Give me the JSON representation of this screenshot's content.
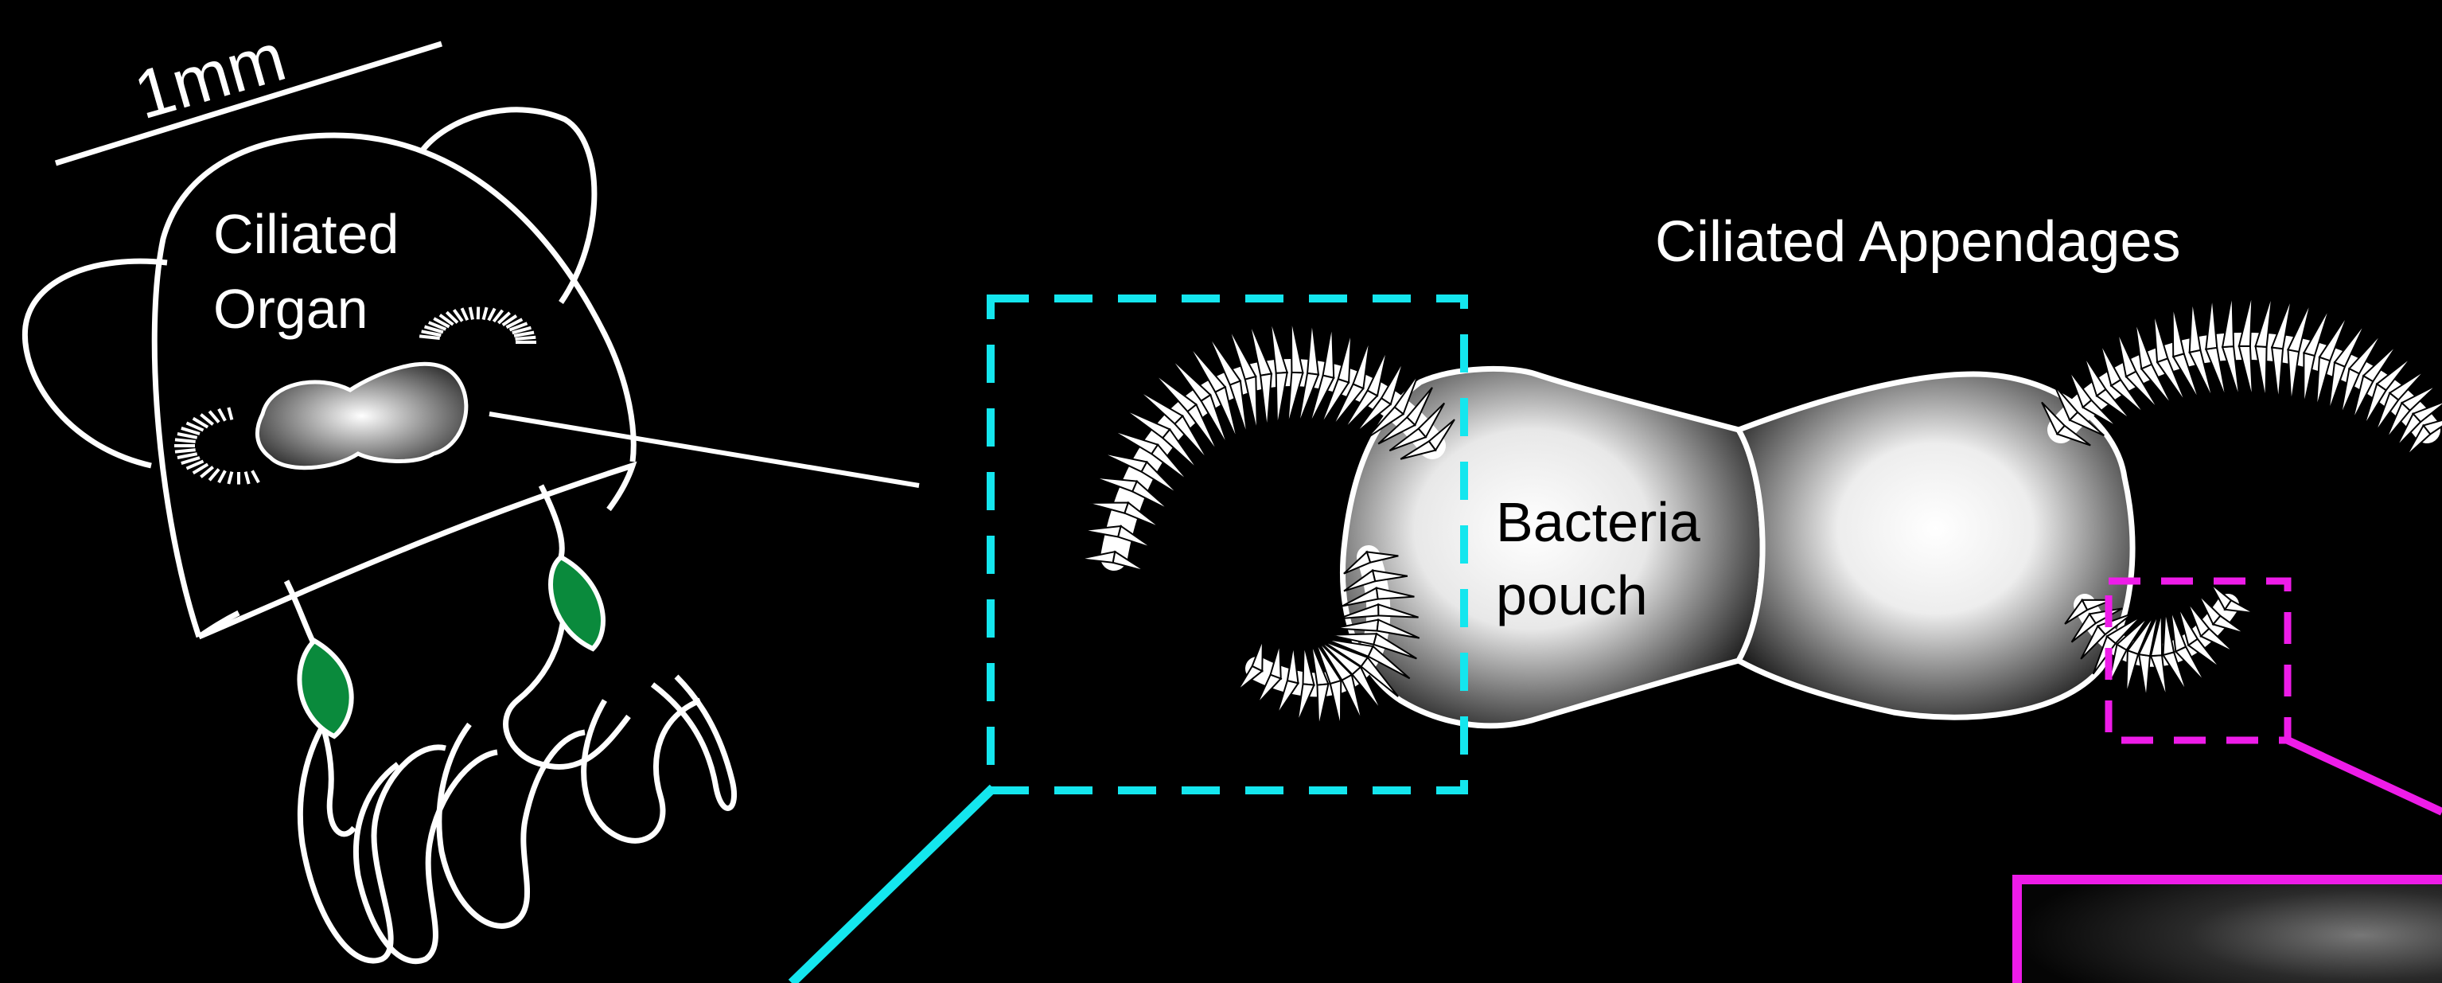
{
  "scale_bar": {
    "label": "1mm"
  },
  "labels": {
    "ciliated_organ": [
      "Ciliated",
      "Organ"
    ],
    "ciliated_appendages": "Ciliated Appendages",
    "bacteria_pouch": [
      "Bacteria",
      "pouch"
    ]
  },
  "colors": {
    "background": "#000000",
    "outline": "#ffffff",
    "eye_green": "#0a8a3c",
    "cyan_box": "#14e6ee",
    "magenta_box": "#ee1ce8"
  },
  "icons": [
    "scale-bar",
    "animal-outline",
    "ciliated-appendage",
    "bacteria-pouch",
    "zoom-box"
  ]
}
